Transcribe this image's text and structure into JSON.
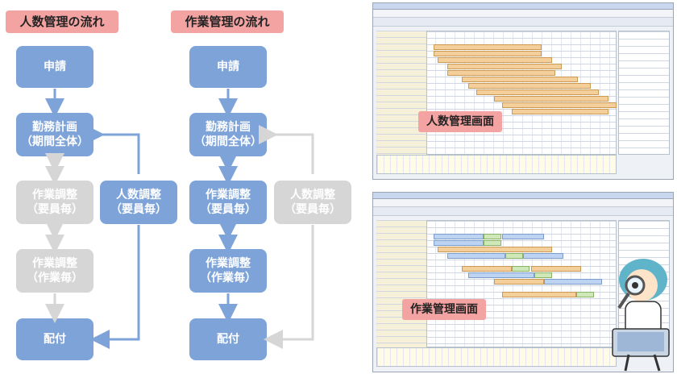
{
  "left_flow": {
    "title": "人数管理の流れ",
    "nodes": {
      "apply": "申請",
      "plan_line1": "勤務計画",
      "plan_line2": "（期間全体）",
      "work_adj1_line1": "作業調整",
      "work_adj1_line2": "（要員毎）",
      "work_adj2_line1": "作業調整",
      "work_adj2_line2": "（作業毎）",
      "headcount_adj_line1": "人数調整",
      "headcount_adj_line2": "（要員毎）",
      "distribute": "配付"
    }
  },
  "right_flow": {
    "title": "作業管理の流れ",
    "nodes": {
      "apply": "申請",
      "plan_line1": "勤務計画",
      "plan_line2": "（期間全体）",
      "work_adj1_line1": "作業調整",
      "work_adj1_line2": "（要員毎）",
      "work_adj2_line1": "作業調整",
      "work_adj2_line2": "（作業毎）",
      "headcount_adj_line1": "人数調整",
      "headcount_adj_line2": "（要員毎）",
      "distribute": "配付"
    }
  },
  "screens": {
    "headcount_label": "人数管理画面",
    "work_label": "作業管理画面"
  },
  "colors": {
    "active_node": "#7da3d8",
    "inactive_node": "#d6d6d6",
    "title_pill": "#f4a3a3"
  }
}
